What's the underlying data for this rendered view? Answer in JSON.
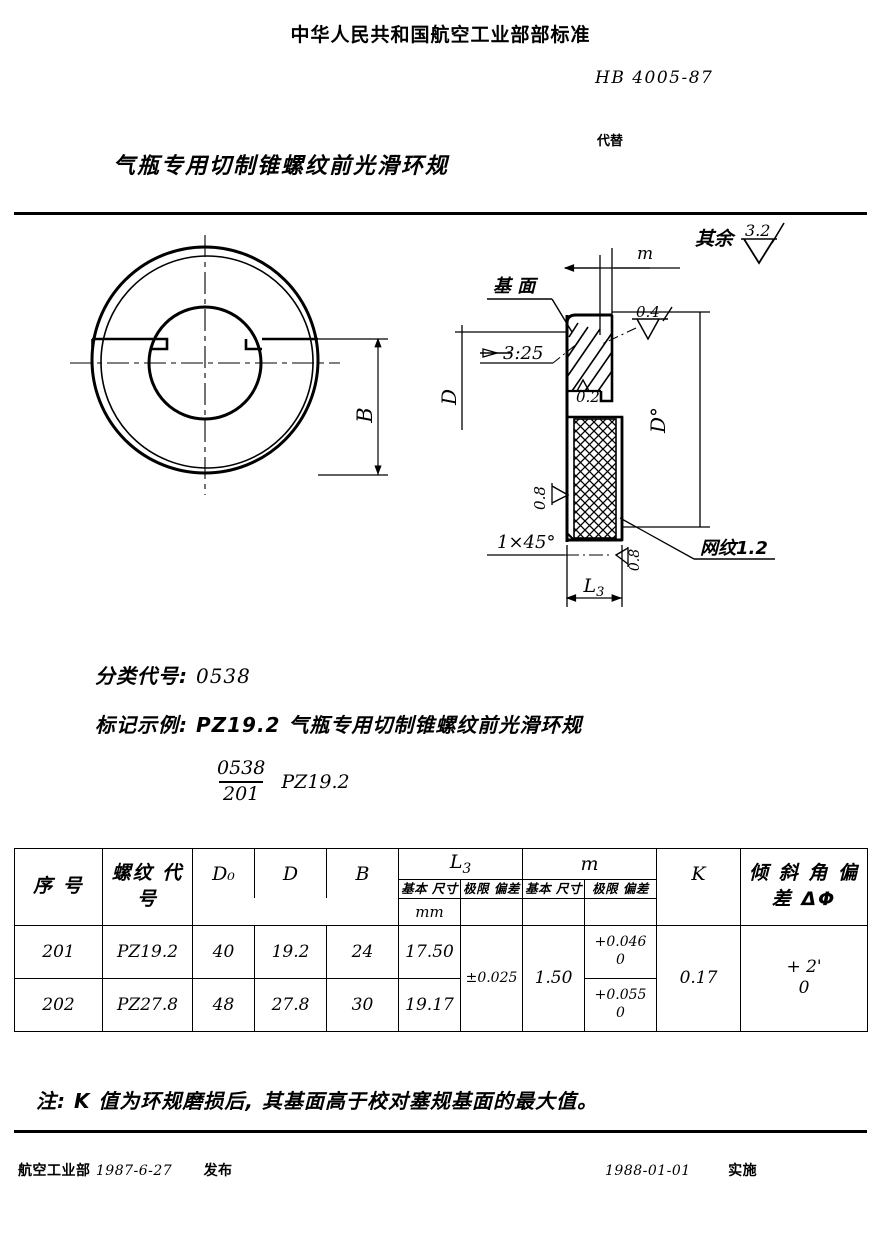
{
  "header": {
    "ministry": "中华人民共和国航空工业部部标准",
    "standard_number": "HB 4005-87",
    "replaces_label": "代替",
    "replaces_value": "",
    "document_title": "气瓶专用切制锥螺纹前光滑环规"
  },
  "drawing": {
    "surface_note_label": "其余",
    "surface_note_value": "3.2",
    "labels": {
      "datum_face": "基面",
      "m_dim": "m",
      "roughness_04": "0.4",
      "roughness_02": "0.2",
      "roughness_08_left": "0.8",
      "roughness_08_bottom": "0.8",
      "taper": "3:25",
      "d_dim": "D",
      "d0_dim": "D°",
      "b_dim": "B",
      "l3_dim": "L3",
      "chamfer": "1×45°",
      "knurl": "网纹1.2"
    }
  },
  "spec": {
    "class_code_label": "分类代号:",
    "class_code_value": "0538",
    "marking_label": "标记示例:",
    "marking_example": "PZ19.2 气瓶专用切制锥螺纹前光滑环规",
    "mark_numerator": "0538",
    "mark_denominator": "201",
    "mark_code": "PZ19.2"
  },
  "table": {
    "headers": {
      "seq_no": "序 号",
      "thread_code": "螺纹 代号",
      "d0": "D₀",
      "d": "D",
      "b": "B",
      "l3": "L3",
      "m": "m",
      "basic_size": "基本 尺寸",
      "limit_dev": "极限 偏差",
      "unit": "mm",
      "k": "K",
      "angle_dev": "倾 斜 角 偏 差 ΔΦ"
    },
    "rows": [
      {
        "seq_no": "201",
        "thread_code": "PZ19.2",
        "d0": "40",
        "d": "19.2",
        "b": "24",
        "l3_basic": "17.50",
        "l3_dev": "±0.025",
        "m_basic": "1.50",
        "m_dev_upper": "+0.046",
        "m_dev_lower": "0",
        "k": "0.17",
        "angle_dev_upper": "+ 2'",
        "angle_dev_lower": "0"
      },
      {
        "seq_no": "202",
        "thread_code": "PZ27.8",
        "d0": "48",
        "d": "27.8",
        "b": "30",
        "l3_basic": "19.17",
        "l3_dev": "±0.025",
        "m_basic": "1.50",
        "m_dev_upper": "+0.055",
        "m_dev_lower": "0",
        "k": "0.17",
        "angle_dev_upper": "+ 2'",
        "angle_dev_lower": "0"
      }
    ]
  },
  "note": "注: K 值为环规磨损后, 其基面高于校对塞规基面的最大值。",
  "footer": {
    "issuer": "航空工业部",
    "issue_date": "1987-6-27",
    "issue_action": "发布",
    "effective_date": "1988-01-01",
    "effective_action": "实施"
  }
}
